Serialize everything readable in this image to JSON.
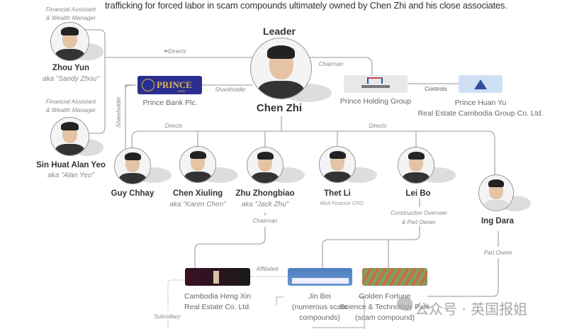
{
  "intro_text": "trafficking for forced labor in scam compounds ultimately owned by Chen Zhi and his close associates.",
  "leader": {
    "label": "Leader",
    "name": "Chen Zhi"
  },
  "associates": [
    {
      "role1": "Financial Assistant",
      "role2": "& Wealth Manager",
      "name": "Zhou Yun",
      "aka": "aka \"Sandy Zhou\""
    },
    {
      "role1": "Financial Assistant",
      "role2": "& Wealth Manager",
      "name": "Sin Huat Alan Yeo",
      "aka": "aka \"Alan Yeo\""
    }
  ],
  "directors": [
    {
      "name": "Guy Chhay"
    },
    {
      "name": "Chen Xiuling",
      "aka": "aka \"Karen Chen\""
    },
    {
      "name": "Zhu Zhongbiao",
      "aka": "aka \"Jack Zhu\""
    },
    {
      "name": "Thet Li",
      "title": "Illicit Finance CFO"
    },
    {
      "name": "Lei Bo"
    },
    {
      "name": "Ing Dara"
    }
  ],
  "organizations": {
    "prince_bank": {
      "logo_text": "PRINCE",
      "logo_sub": "BANK",
      "label": "Prince Bank Plc."
    },
    "prince_holding": {
      "label": "Prince Holding Group"
    },
    "prince_huan_yu": {
      "label1": "Prince Huan Yu",
      "label2": "Real Estate Cambodia Group Co. Ltd."
    },
    "heng_xin": {
      "label1": "Cambodia Heng Xin",
      "label2": "Real Estate Co. Ltd."
    },
    "jin_bei": {
      "label1": "Jin Bei",
      "label2": "(numerous scam",
      "label3": "compounds)"
    },
    "golden_fortune": {
      "label1": "Golden Fortune",
      "label2": "Science & Technology Park",
      "label3": "(scam compound)"
    }
  },
  "relations": {
    "directs_left": "Directs",
    "shareholder_bank": "Shareholder",
    "shareholder_vertical": "Shareholder",
    "chairman_top": "Chairman",
    "controls": "Controls",
    "directs_mid_left": "Directs",
    "directs_mid_right": "Directs",
    "chairman_zhu": "Chairman",
    "lei_bo_role1": "Construction Overseer",
    "lei_bo_role2": "& Part Owner",
    "part_owner": "Part Owner",
    "affiliated": "Affiliated",
    "subsidiary": "Subsidiary"
  },
  "watermark": "公众号 · 英国报姐",
  "colors": {
    "line": "#aaaaaa",
    "bank_blue": "#2a2f8f",
    "bank_gold": "#d9b64a"
  }
}
